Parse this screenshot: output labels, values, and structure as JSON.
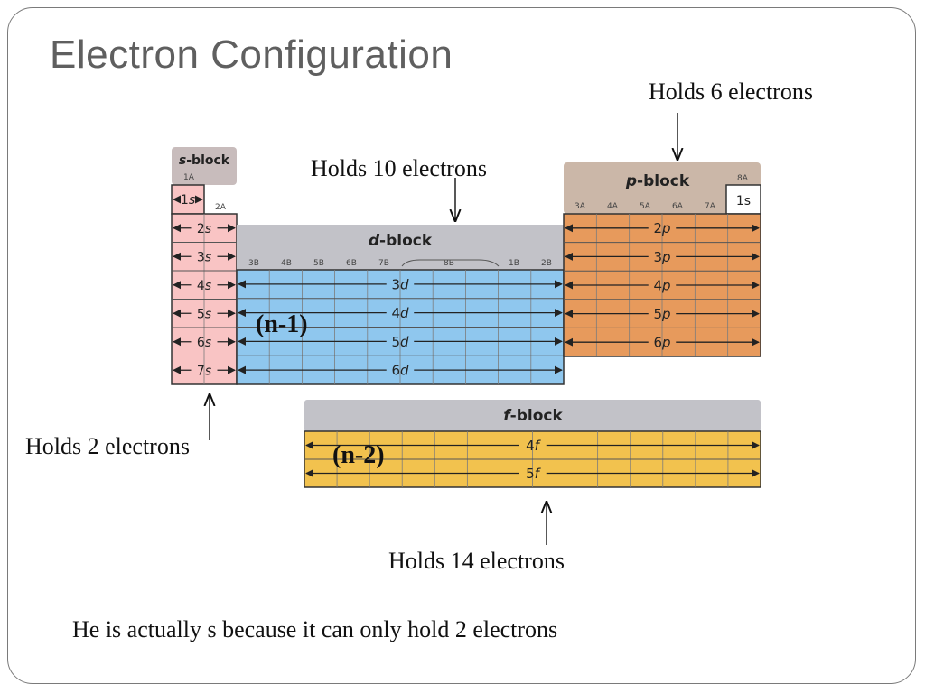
{
  "slide": {
    "title": "Electron Configuration",
    "note": "He is actually s because it can only hold 2 electrons"
  },
  "callouts": {
    "s": "Holds 2 electrons",
    "d": "Holds 10 electrons",
    "p": "Holds 6 electrons",
    "f": "Holds 14 electrons"
  },
  "labels": {
    "n1": "(n-1)",
    "n2": "(n-2)"
  },
  "blocks": {
    "s": {
      "title_letter": "s",
      "title_rest": "-block",
      "group_left": "1A",
      "group_right": "2A",
      "rows": [
        "1s",
        "2s",
        "3s",
        "4s",
        "5s",
        "6s",
        "7s"
      ]
    },
    "d": {
      "title_letter": "d",
      "title_rest": "-block",
      "groups": [
        "3B",
        "4B",
        "5B",
        "6B",
        "7B",
        "8B",
        "1B",
        "2B"
      ],
      "rows": [
        "3d",
        "4d",
        "5d",
        "6d"
      ]
    },
    "p": {
      "title_letter": "p",
      "title_rest": "-block",
      "group_top": "8A",
      "groups": [
        "3A",
        "4A",
        "5A",
        "6A",
        "7A"
      ],
      "he_label": "1s",
      "rows": [
        "2p",
        "3p",
        "4p",
        "5p",
        "6p"
      ]
    },
    "f": {
      "title_letter": "f",
      "title_rest": "-block",
      "rows": [
        "4f",
        "5f"
      ]
    }
  },
  "colors": {
    "s": "#f9c4c4",
    "d": "#8fc7ee",
    "p": "#e79a5c",
    "f": "#f2c24e",
    "header": "#c2c2c8",
    "s_header": "#c8bcbc",
    "p_header": "#cbb7a8"
  }
}
